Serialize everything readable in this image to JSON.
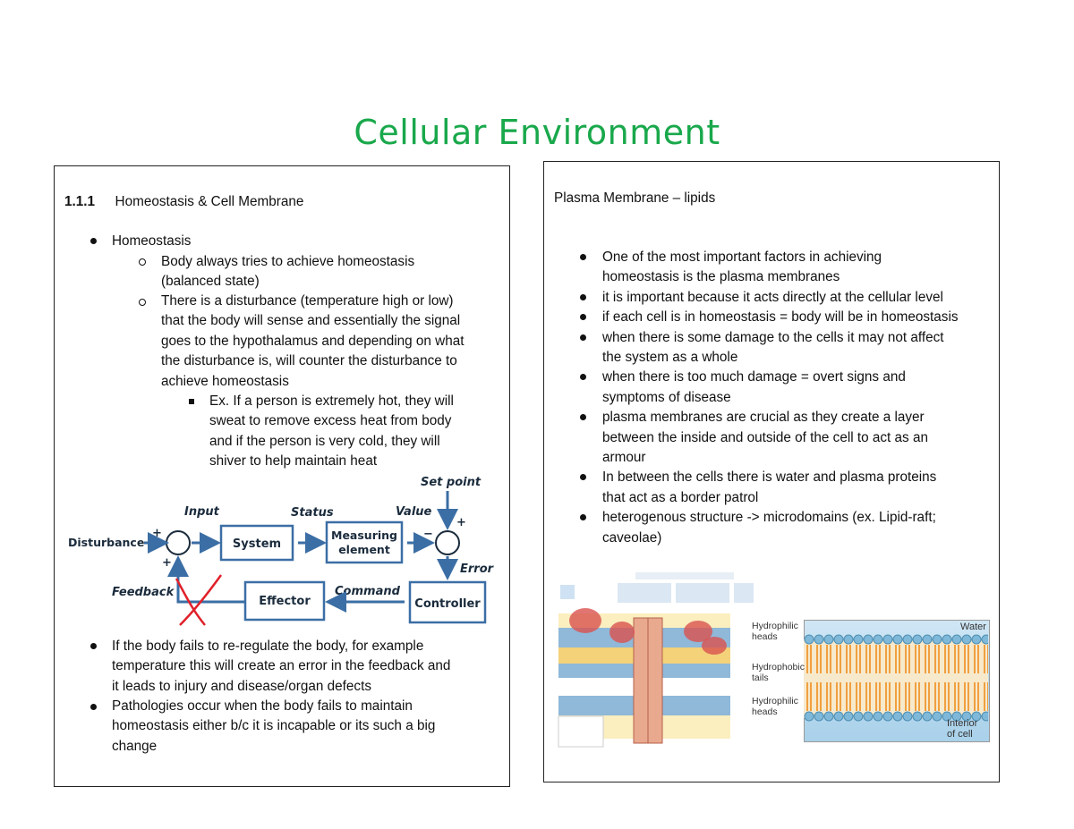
{
  "title": "Cellular Environment",
  "left": {
    "section_number": "1.1.1",
    "section_title": "Homeostasis & Cell Membrane",
    "item1": "Homeostasis",
    "sub1_line1": "Body always tries to achieve homeostasis",
    "sub1_line2": "(balanced state)",
    "sub2_lines": [
      "There is a disturbance (temperature high or low)",
      "that the body will sense and essentially the signal",
      "goes to the hypothalamus and depending on what",
      "the disturbance is, will counter the disturbance to",
      "achieve homeostasis"
    ],
    "sub3_lines": [
      "Ex. If a person is extremely hot, they will",
      "sweat to remove excess heat from body",
      "and if the person is very cold, they will",
      "shiver to help maintain heat"
    ],
    "diagram": {
      "set_point": "Set point",
      "input": "Input",
      "status": "Status",
      "value": "Value",
      "disturbance": "Disturbance",
      "system": "System",
      "measuring1": "Measuring",
      "measuring2": "element",
      "error": "Error",
      "feedback": "Feedback",
      "command": "Command",
      "effector": "Effector",
      "controller": "Controller",
      "plus": "+",
      "minus": "−"
    },
    "item2_lines": [
      "If the body fails to re-regulate the body, for example",
      "temperature this will create an error in the feedback and",
      "it leads to injury and disease/organ defects"
    ],
    "item3_lines": [
      "Pathologies occur when the body fails to maintain",
      "homeostasis either b/c it is incapable or its such a big",
      "change"
    ]
  },
  "right": {
    "heading": "Plasma Membrane – lipids",
    "bullets": [
      [
        "One of the most important factors in achieving",
        "homeostasis is the plasma membranes"
      ],
      [
        "it is important because it acts directly at the cellular level"
      ],
      [
        "if each cell is in homeostasis = body will be in homeostasis"
      ],
      [
        "when there is some damage to the cells it may not affect",
        "the system as a whole"
      ],
      [
        "when there is too much damage = overt signs and",
        "symptoms of disease"
      ],
      [
        "plasma membranes are crucial as they create a layer",
        "between the inside and outside of the cell to act as an",
        "armour"
      ],
      [
        "In between the cells there is water and plasma proteins",
        "that act as a border patrol"
      ],
      [
        "heterogenous structure -> microdomains (ex. Lipid-raft;",
        "caveolae)"
      ]
    ],
    "bilayer": {
      "water": "Water",
      "hydrophilic_heads": "Hydrophilic heads",
      "hydrophobic_tails": "Hydrophobic tails",
      "hydrophilic_heads2": "Hydrophilic heads",
      "interior": "Interior of cell"
    }
  },
  "colors": {
    "title": "#19a84b",
    "diagram_blue": "#3b6ea5",
    "feedback_red": "#e0202a"
  }
}
